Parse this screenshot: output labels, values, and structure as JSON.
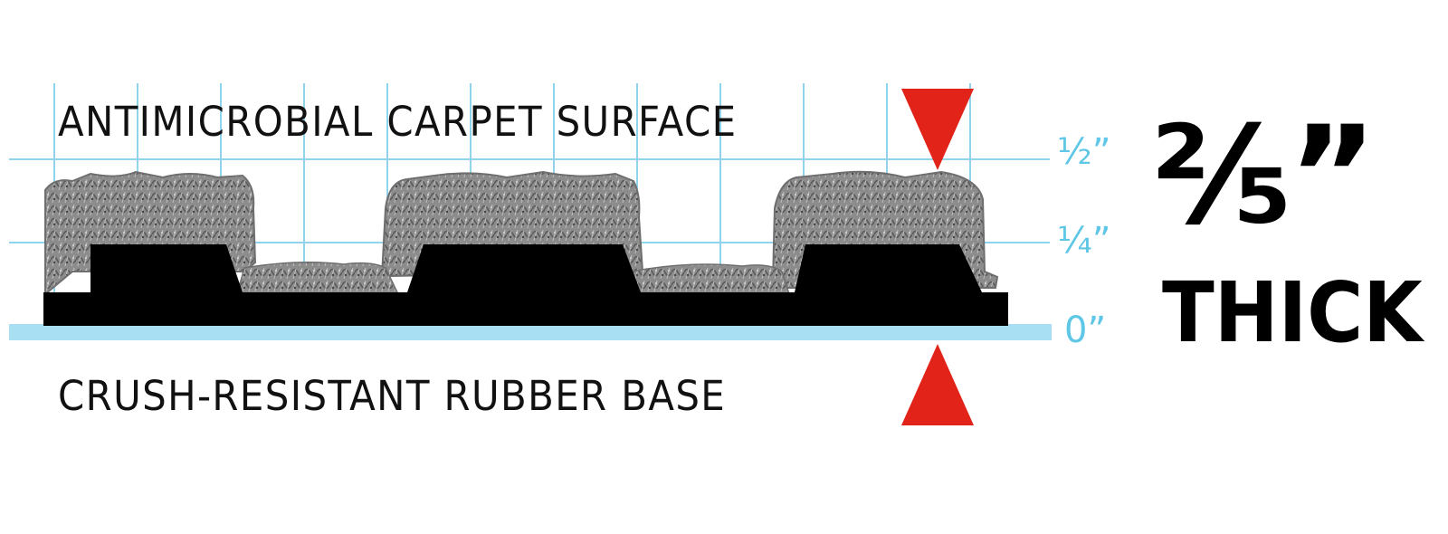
{
  "labels": {
    "top": "ANTIMICROBIAL CARPET SURFACE",
    "bottom": "CRUSH-RESISTANT RUBBER BASE"
  },
  "scale": {
    "ticks": [
      "½”",
      "¼”",
      "0”"
    ]
  },
  "thickness": {
    "value": "⅖”",
    "label": "THICK"
  },
  "colors": {
    "grid": "#8fd3ec",
    "baseline": "#a9dff2",
    "tick_text": "#5ec7e6",
    "arrow": "#e2231a",
    "rubber": "#000000",
    "carpet": "#8a8a8a"
  }
}
